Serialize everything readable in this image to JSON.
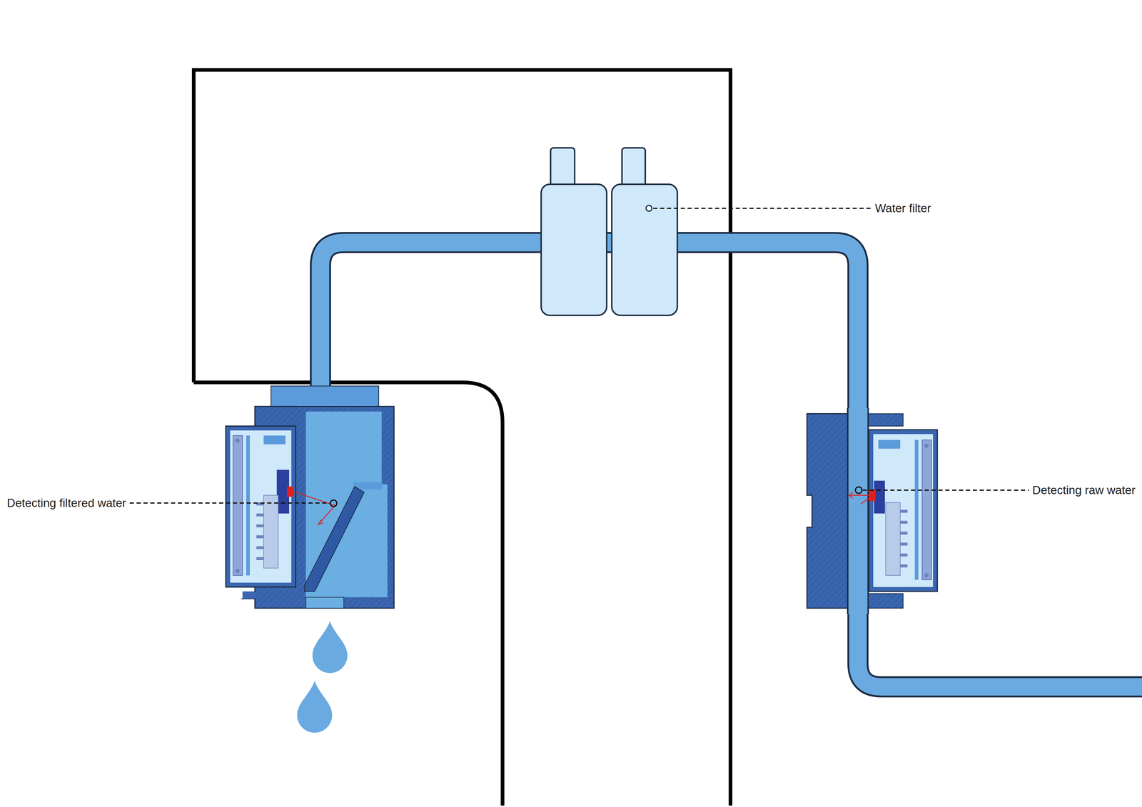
{
  "diagram": {
    "labels": [
      "Detecting filtered water",
      "Water filter",
      "Detecting raw water"
    ]
  }
}
